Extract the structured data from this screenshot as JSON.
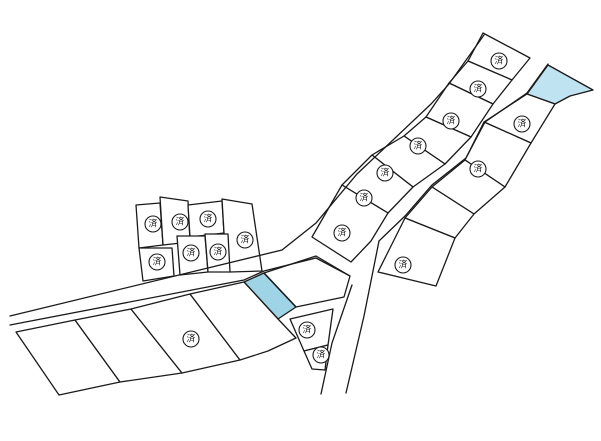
{
  "map": {
    "sold_label": "済",
    "colors": {
      "available": "#9fd3e6",
      "available_hatched": "#bfe3f0",
      "line": "#1a1a1a",
      "background": "#ffffff"
    },
    "legend_note": "",
    "lots": [
      {
        "id": "upper-ridge-1",
        "status": "sold"
      },
      {
        "id": "upper-ridge-2",
        "status": "sold"
      },
      {
        "id": "upper-ridge-3",
        "status": "sold"
      },
      {
        "id": "upper-ridge-4",
        "status": "sold"
      },
      {
        "id": "upper-ridge-5",
        "status": "sold"
      },
      {
        "id": "upper-ridge-6",
        "status": "sold"
      },
      {
        "id": "upper-ridge-7",
        "status": "sold"
      },
      {
        "id": "east-1",
        "status": "available"
      },
      {
        "id": "east-2",
        "status": "sold"
      },
      {
        "id": "east-3",
        "status": "sold"
      },
      {
        "id": "east-4",
        "status": "none"
      },
      {
        "id": "east-5",
        "status": "none"
      },
      {
        "id": "east-6",
        "status": "sold"
      },
      {
        "id": "west-cluster-1",
        "status": "sold"
      },
      {
        "id": "west-cluster-2",
        "status": "sold"
      },
      {
        "id": "west-cluster-3",
        "status": "sold"
      },
      {
        "id": "west-cluster-4",
        "status": "sold"
      },
      {
        "id": "west-cluster-5",
        "status": "sold"
      },
      {
        "id": "west-cluster-6",
        "status": "sold"
      },
      {
        "id": "west-cluster-7",
        "status": "sold"
      },
      {
        "id": "middle-available",
        "status": "available"
      },
      {
        "id": "middle-right",
        "status": "none"
      },
      {
        "id": "south-1",
        "status": "none"
      },
      {
        "id": "south-2",
        "status": "none"
      },
      {
        "id": "south-3",
        "status": "sold"
      },
      {
        "id": "south-4",
        "status": "none"
      },
      {
        "id": "junction-1",
        "status": "sold"
      },
      {
        "id": "junction-2",
        "status": "sold"
      }
    ]
  }
}
